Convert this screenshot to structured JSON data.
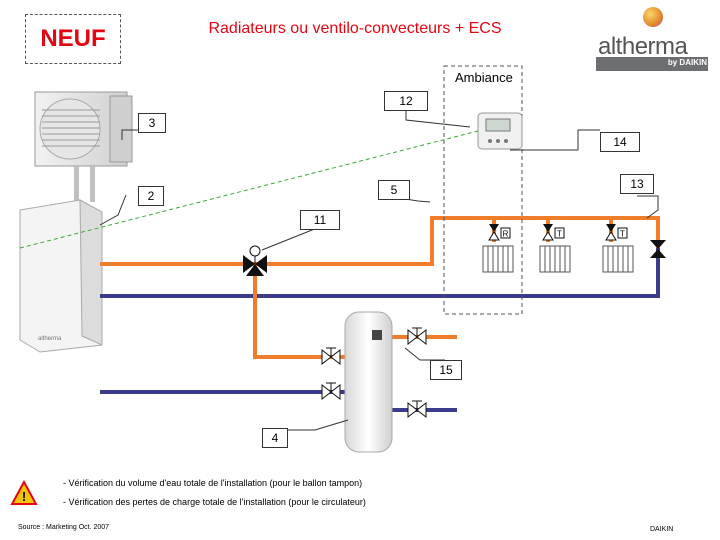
{
  "badge": "NEUF",
  "title": "Radiateurs ou ventilo-convecteurs + ECS",
  "logo": {
    "brand": "altherma",
    "by_text": "by DAIKIN"
  },
  "zone_label": "Ambiance",
  "callouts": [
    "12",
    "3",
    "14",
    "2",
    "5",
    "13",
    "11",
    "15",
    "4"
  ],
  "unit_branding": "altherma",
  "valve_labels": {
    "r": "R",
    "t1": "T",
    "t2": "T"
  },
  "warnings": [
    "- Vérification du volume d'eau totale de l'installation (pour le ballon tampon)",
    "- Vérification des pertes de charge totale de l'installation (pour le circulateur)"
  ],
  "footer": {
    "source": "Source : Marketing  Oct. 2007",
    "brand": "DAIKIN"
  },
  "colors": {
    "flow": "#ef7d2a",
    "return": "#3c3c8c",
    "title": "#e30613",
    "link": "#3aaa35"
  }
}
